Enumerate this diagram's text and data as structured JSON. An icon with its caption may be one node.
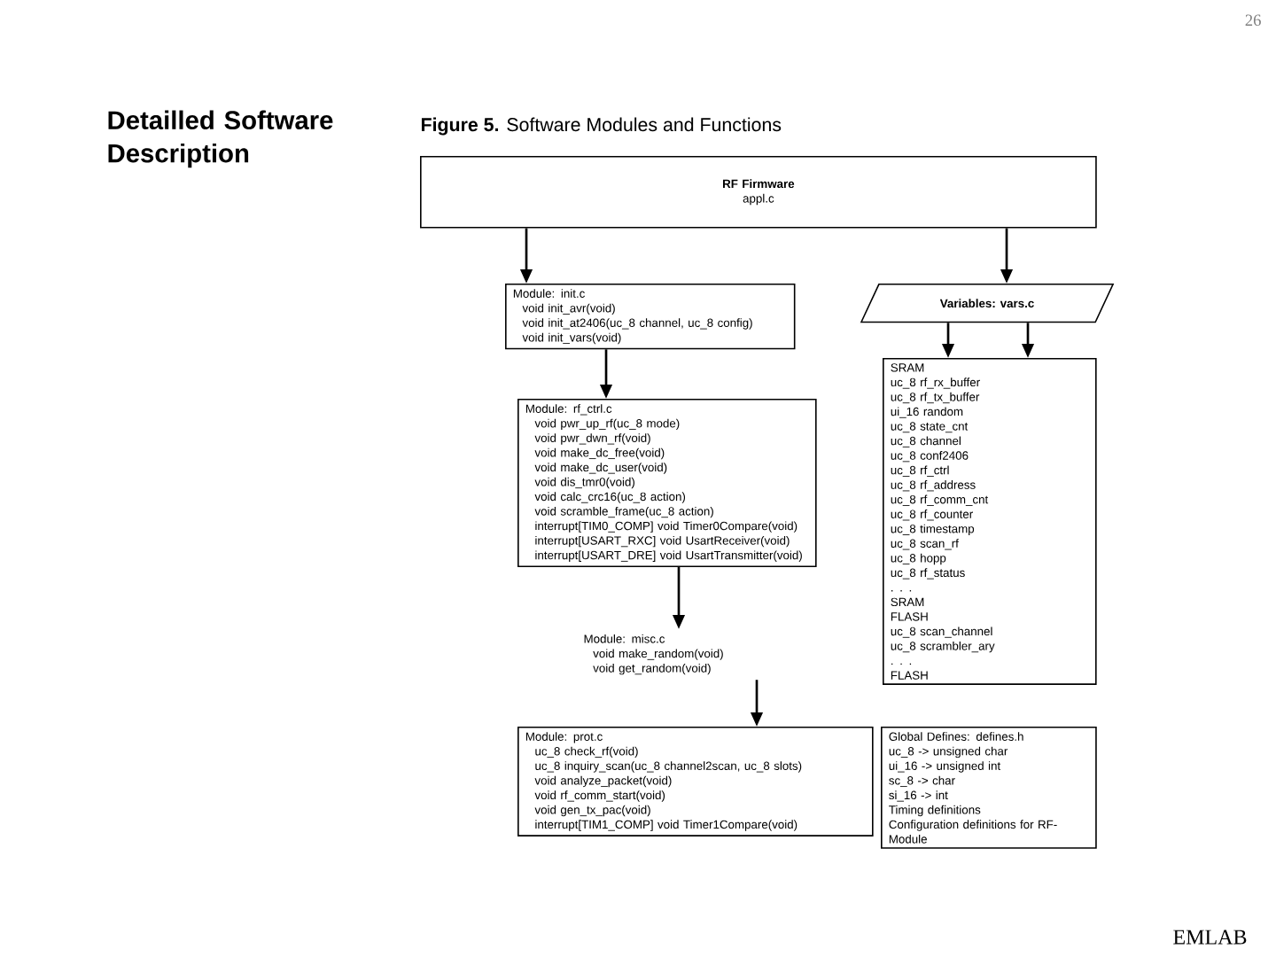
{
  "diagram": {
    "title": "Detailled Software Description",
    "caption": "**Figure 5.** Software Modules and Functions",
    "nodes": [
      {
        "text": [
          "RF Firmware",
          "appl.c"
        ]
      },
      {
        "text": [
          "Module: init.c",
          "void init_avr(void)",
          "void init_at2406(uc_8 channel, uc_8 config)",
          "void init_vars(void)"
        ]
      },
      {
        "text": [
          "Module: rf_ctrl.c",
          "void pwr_up_rf(uc_8 mode)",
          "void pwr_dwn_rf(void)",
          "void make_dc_free(void)",
          "void make_dc_user(void)",
          "void dis_tmr0(void)",
          "void calc_crc16(uc_8 action)",
          "void scramble_frame(uc_8 action)",
          "interrupt[TIM0_COMP] void Timer0Compare(void)",
          "interrupt[USART_RXC] void UsartReceiver(void)",
          "interrupt[USART_DRE] void UsartTransmitter(void)"
        ]
      },
      {
        "text": [
          "Variables: vars.c"
        ]
      },
      {
        "text": [
          "SRAM",
          "uc_8 rf_rx_buffer",
          "uc_8 rf_tx_buffer",
          "ui_16 random",
          "uc_8 state_cnt",
          "uc_8 channel",
          "uc_8 conf2406",
          "uc_8 rf_ctrl",
          "uc_8 rf_address",
          "uc_8 rf_comm_cnt",
          "uc_8 rf_counter",
          "uc_8 timestamp",
          "uc_8 scan_rf",
          "uc_8 hopp",
          "uc_8 rf_status",
          ". . .",
          "SRAM",
          "FLASH",
          "uc_8 scan_channel",
          "uc_8 scrambler_ary",
          ". . .",
          "FLASH"
        ]
      },
      {
        "text": [
          "Module: misc.c",
          "void make_random(void)",
          "void get_random(void)"
        ]
      },
      {
        "text": [
          "Module: prot.c",
          "uc_8 check_rf(void)",
          "uc_8 inquiry_scan(uc_8 channel2scan, uc_8 slots)",
          "void analyze_packet(void)",
          "void rf_comm_start(void)",
          "void gen_tx_pac(void)",
          "interrupt[TIM1_COMP] void Timer1Compare(void)"
        ]
      },
      {
        "text": [
          "Global Defines: defines.h",
          "uc_8 -> unsigned char",
          "ui_16 -> unsigned int",
          "sc_8 -> char",
          "si_16 -> int",
          "Timing definitions",
          "Configuration definitions for RF-Module"
        ]
      }
    ],
    "edges": [
      {
        "from": 0,
        "to": 1,
        "arrow": "to"
      },
      {
        "from": 1,
        "to": 2,
        "arrow": "to"
      },
      {
        "from": 2,
        "to": 5,
        "arrow": "to"
      },
      {
        "from": 5,
        "to": 6,
        "arrow": "to"
      },
      {
        "from": 0,
        "to": 3,
        "arrow": "to"
      },
      {
        "from": 3,
        "to": 4,
        "arrow": "to"
      },
      {
        "from": 3,
        "to": 4,
        "arrow": "to"
      }
    ],
    "labels": [
      "26",
      "EMLAB"
    ]
  }
}
